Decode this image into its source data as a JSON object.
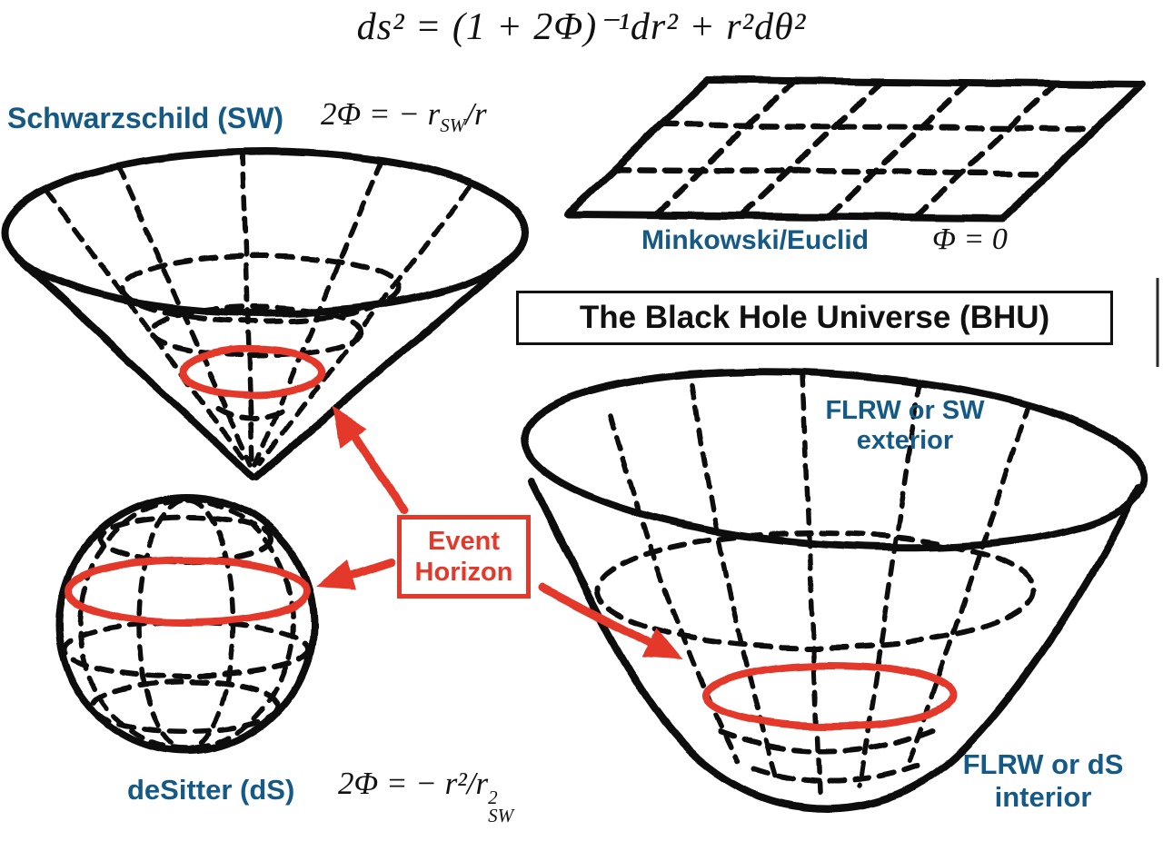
{
  "colors": {
    "ink": "#111111",
    "red": "#e3392b",
    "blue": "#155a87"
  },
  "formulas": {
    "metric": "ds² = (1 + 2Φ)⁻¹dr² + r²dθ²",
    "schwarzschild": {
      "body": "2Φ = − r",
      "sub": "SW",
      "tail": "/r"
    },
    "minkowski": "Φ = 0",
    "desitter": {
      "body": "2Φ = − r²/r",
      "sup": "2",
      "sub": "SW"
    }
  },
  "labels": {
    "schwarzschild": "Schwarzschild (SW)",
    "minkowski": "Minkowski/Euclid",
    "title": "The Black Hole Universe (BHU)",
    "flrw_exterior_line1": "FLRW or SW",
    "flrw_exterior_line2": "exterior",
    "event_horizon_line1": "Event",
    "event_horizon_line2": "Horizon",
    "desitter": "deSitter (dS)",
    "flrw_interior_line1": "FLRW or dS",
    "flrw_interior_line2": "interior"
  }
}
